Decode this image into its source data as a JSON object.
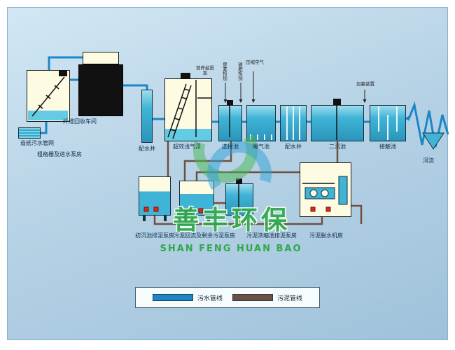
{
  "colors": {
    "panel_bg": "#b7d3e6",
    "tank_fill": "#3fb4d6",
    "sewage_line": "#1b86c8",
    "sludge_line": "#6e5040",
    "brand_green": "#2fa84c",
    "pump_red": "#e02818",
    "building_black": "#111111",
    "ivory": "#fdfbe2"
  },
  "watermark": {
    "brand_cn": "善丰环保",
    "brand_en": "SHAN FENG HUAN BAO"
  },
  "legend": {
    "sewage_label": "污水管线",
    "sludge_label": "污泥管线"
  },
  "labels": {
    "source": "造纸污水管网",
    "screen_pump": "粗格栅及进水泵房",
    "fiber_recovery": "纤维回收车间",
    "dist_well_1": "配水井",
    "daf": "超效浅气浮",
    "selector_tank": "选择池",
    "aeration_tank": "曝气池",
    "dist_well_2": "配水井",
    "secondary_clarifier": "二沉池",
    "contact_tank": "接触池",
    "river": "河流",
    "primary_sludge_pump_house": "初沉池排泥泵房",
    "sludge_return_pump_house": "污泥回流及剩余污泥泵房",
    "thickener_pump_house": "污泥浓缩池排泥泵房",
    "dewatering_house": "污泥脱水机房"
  },
  "annotations": {
    "dosing_a": "营养盐投加",
    "dosing_b": "尿素投加",
    "dosing_c": "磷肥投加",
    "air_supply": "压缩空气",
    "chlorine": "加氯装置"
  }
}
